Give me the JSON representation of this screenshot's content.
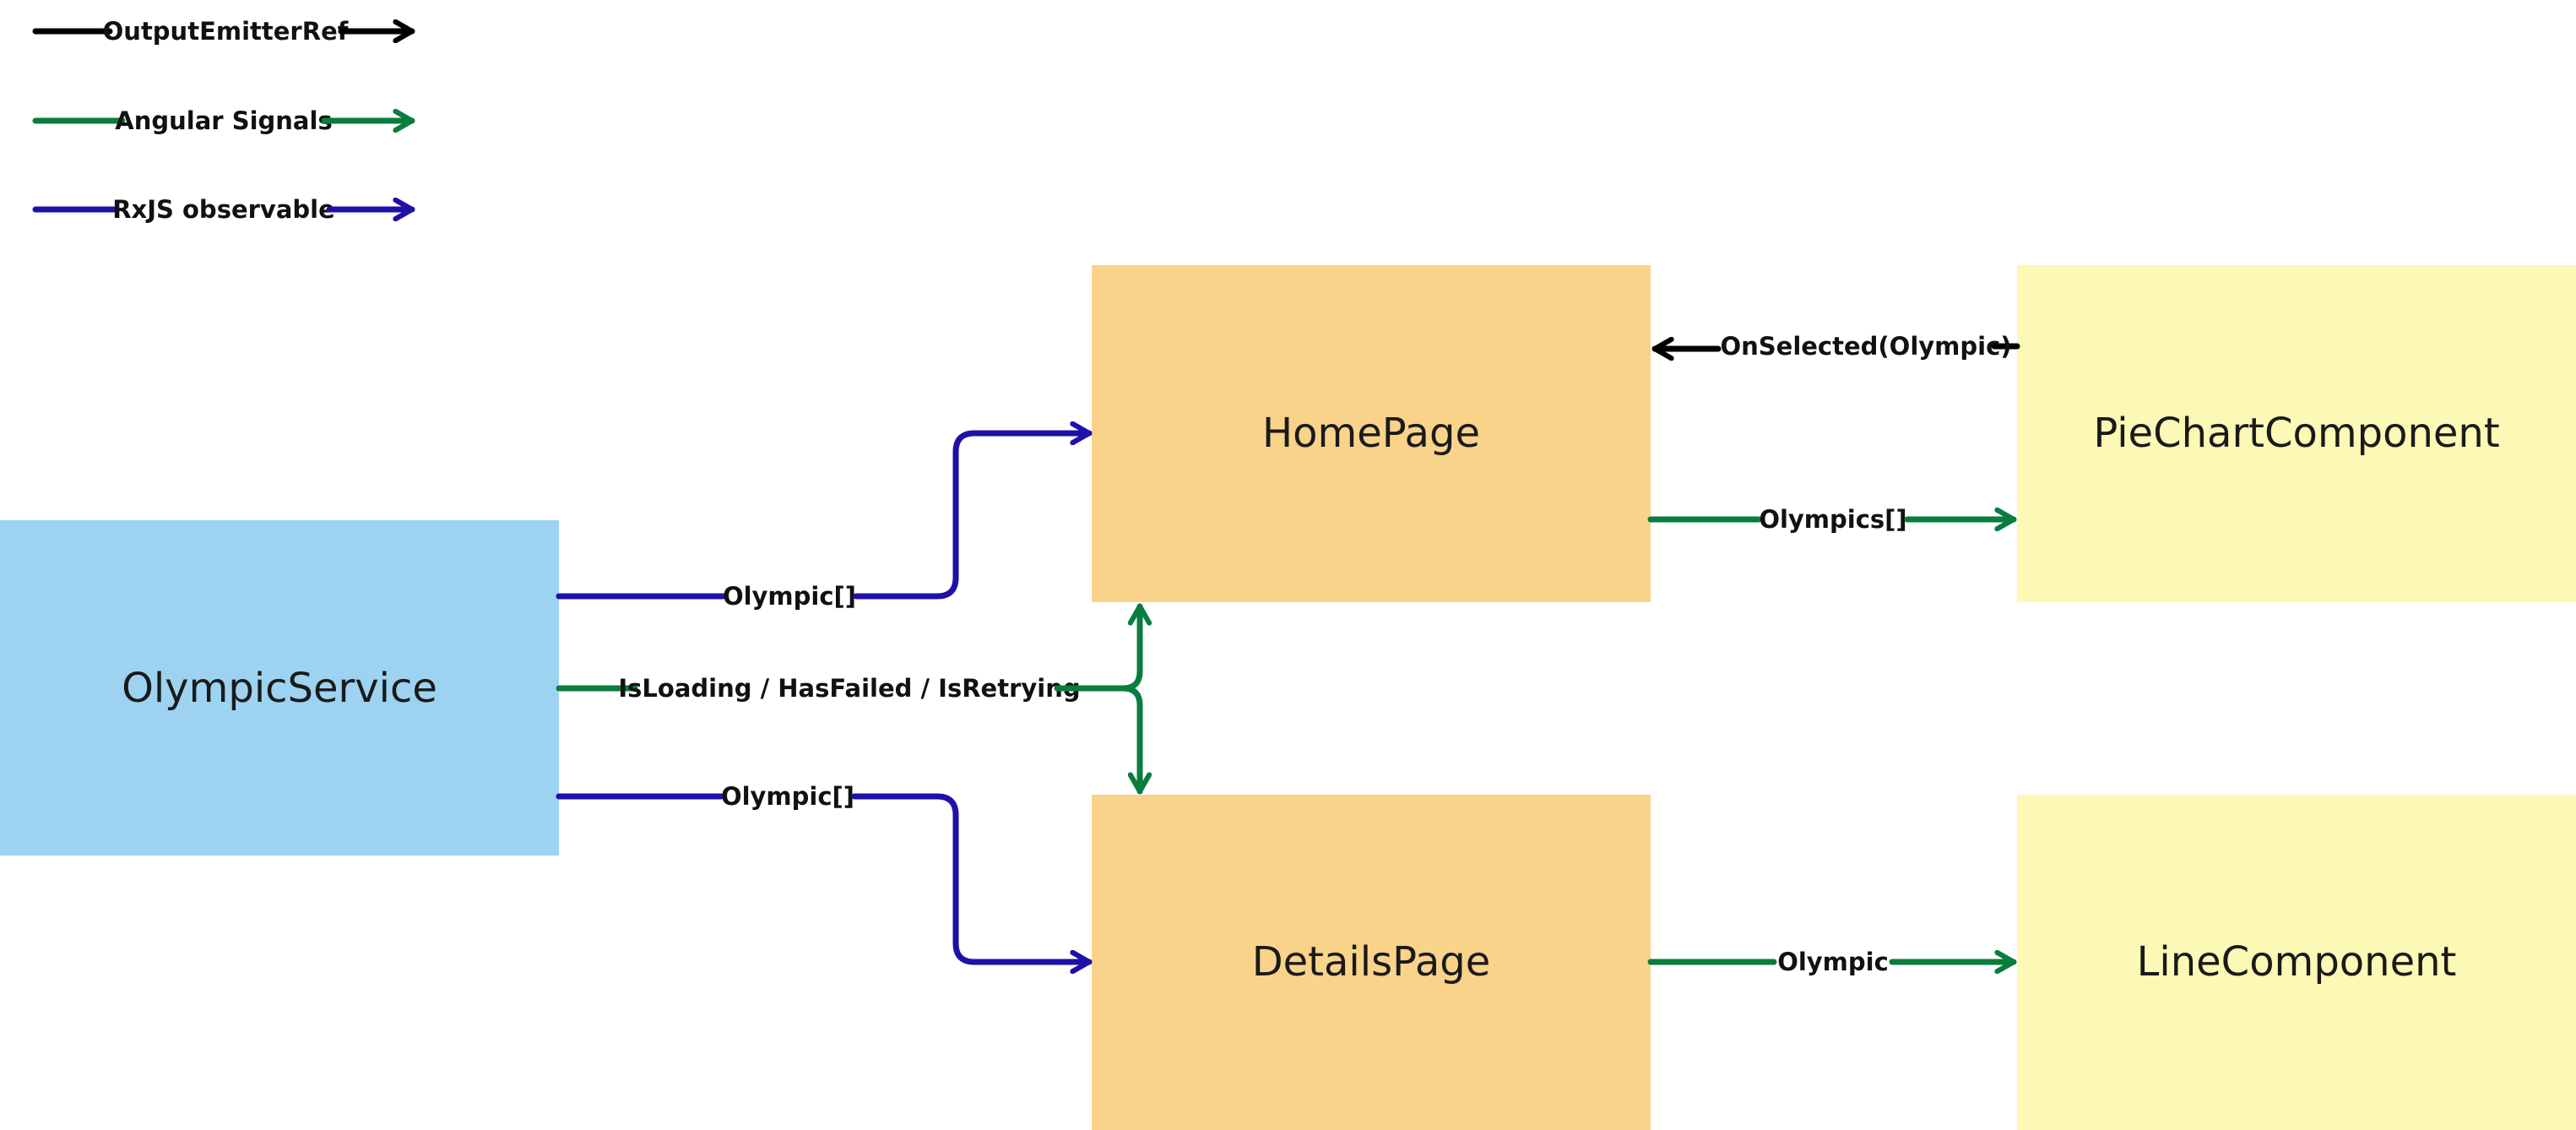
{
  "colors": {
    "output": "#000000",
    "signal": "#0a7d3e",
    "rxjs": "#1f10a8",
    "service_fill": "#9dd3f1",
    "page_fill": "#f9d38a",
    "component_fill": "#fcf8b5"
  },
  "legend": [
    {
      "label": "OutputEmitterRef",
      "kind": "output"
    },
    {
      "label": "Angular Signals",
      "kind": "signal"
    },
    {
      "label": "RxJS observable",
      "kind": "rxjs"
    }
  ],
  "nodes": {
    "olympic_service": "OlympicService",
    "home_page": "HomePage",
    "details_page": "DetailsPage",
    "pie_chart": "PieChartComponent",
    "line_component": "LineComponent"
  },
  "edges": {
    "service_to_home": "Olympic[]",
    "service_to_details": "Olympic[]",
    "service_state": "IsLoading / HasFailed / IsRetrying",
    "home_to_pie": "Olympics[]",
    "pie_to_home": "OnSelected(Olympic)",
    "details_to_line": "Olympic"
  }
}
